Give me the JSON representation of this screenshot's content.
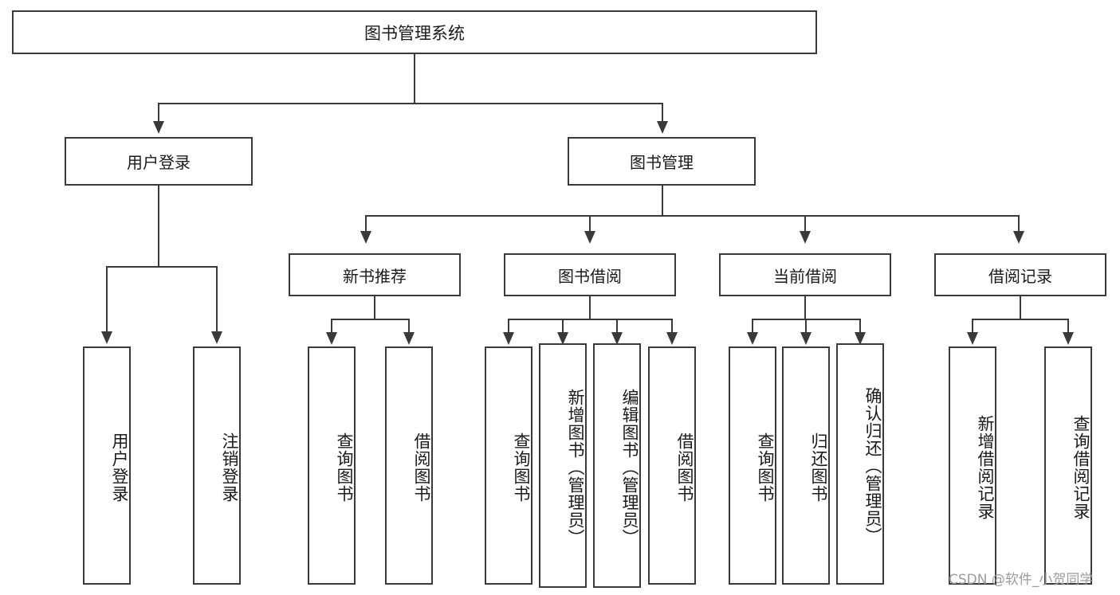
{
  "diagram": {
    "title": "图书管理系统",
    "root": {
      "label": "图书管理系统"
    },
    "level2": [
      {
        "label": "用户登录"
      },
      {
        "label": "图书管理"
      }
    ],
    "level3": [
      {
        "label": "新书推荐"
      },
      {
        "label": "图书借阅"
      },
      {
        "label": "当前借阅"
      },
      {
        "label": "借阅记录"
      }
    ],
    "leaves": {
      "user_login": [
        {
          "label": "用户登录"
        },
        {
          "label": "注销登录"
        }
      ],
      "new_book_recommend": [
        {
          "label": "查询图书"
        },
        {
          "label": "借阅图书"
        }
      ],
      "book_borrow": [
        {
          "label": "查询图书"
        },
        {
          "label": "新增图书（管理员）"
        },
        {
          "label": "编辑图书（管理员）"
        },
        {
          "label": "借阅图书"
        }
      ],
      "current_borrow": [
        {
          "label": "查询图书"
        },
        {
          "label": "归还图书"
        },
        {
          "label": "确认归还（管理员）"
        }
      ],
      "borrow_record": [
        {
          "label": "新增借阅记录"
        },
        {
          "label": "查询借阅记录"
        }
      ]
    }
  },
  "watermark": {
    "text": "CSDN @软件_小贺同学"
  },
  "colors": {
    "stroke": "#3a3a3a",
    "background": "#ffffff",
    "text": "#1a1a1a",
    "watermark": "#9b9b9b"
  }
}
